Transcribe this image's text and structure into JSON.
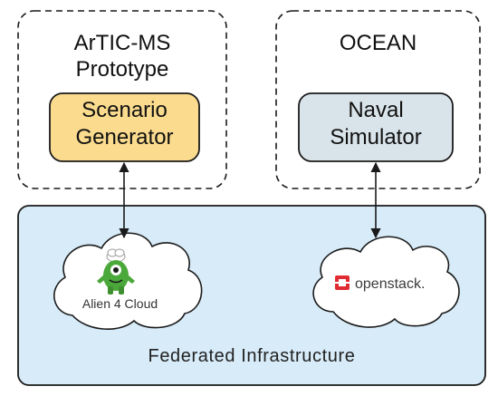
{
  "groups": {
    "artic": {
      "title": "ArTIC-MS\nPrototype",
      "component": "Scenario\nGenerator",
      "fill": "#fbdc8f"
    },
    "ocean": {
      "title": "OCEAN",
      "component": "Naval\nSimulator",
      "fill": "#d9e4ea"
    }
  },
  "infrastructure": {
    "label": "Federated Infrastructure",
    "fill": "#d7ebf8"
  },
  "clouds": {
    "alien": {
      "label": "Alien 4 Cloud",
      "icon": "alien-mascot-icon",
      "mascot_color": "#4ba83a"
    },
    "openstack": {
      "label": "openstack.",
      "icon": "openstack-logo-icon",
      "logo_color": "#e12b33"
    }
  }
}
